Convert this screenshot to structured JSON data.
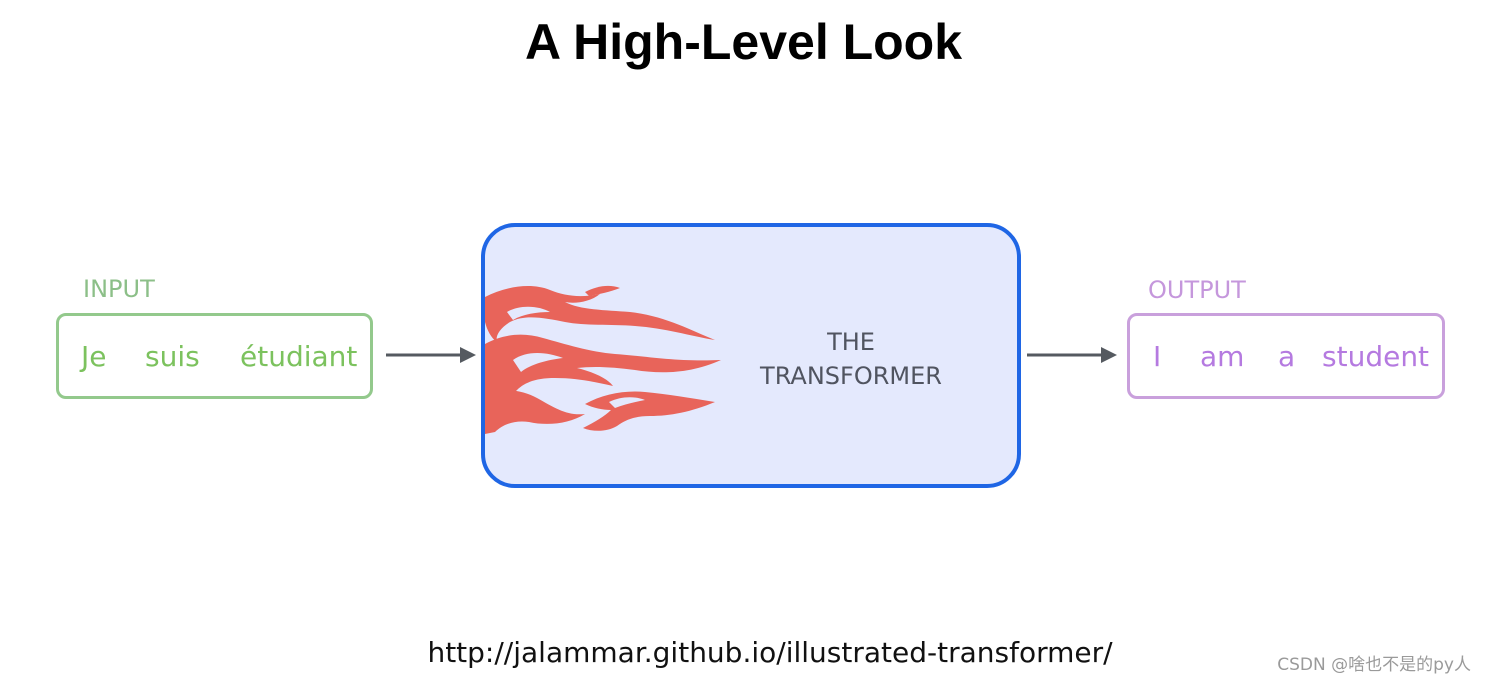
{
  "title": "A High-Level Look",
  "input": {
    "label": "INPUT",
    "tokens": [
      "Je",
      "suis",
      "étudiant"
    ]
  },
  "transformer": {
    "line1": "THE",
    "line2": "TRANSFORMER",
    "icon": "flame-icon"
  },
  "output": {
    "label": "OUTPUT",
    "tokens": [
      "I",
      "am",
      "a",
      "student"
    ]
  },
  "source_url": "http://jalammar.github.io/illustrated-transformer/",
  "watermark": "CSDN @啥也不是的py人",
  "colors": {
    "input": "#7cc25e",
    "output": "#b57ae0",
    "transformer_border": "#1f66e5",
    "transformer_fill": "#e4e9fd",
    "flame": "#e8645a",
    "arrow": "#555a60"
  }
}
